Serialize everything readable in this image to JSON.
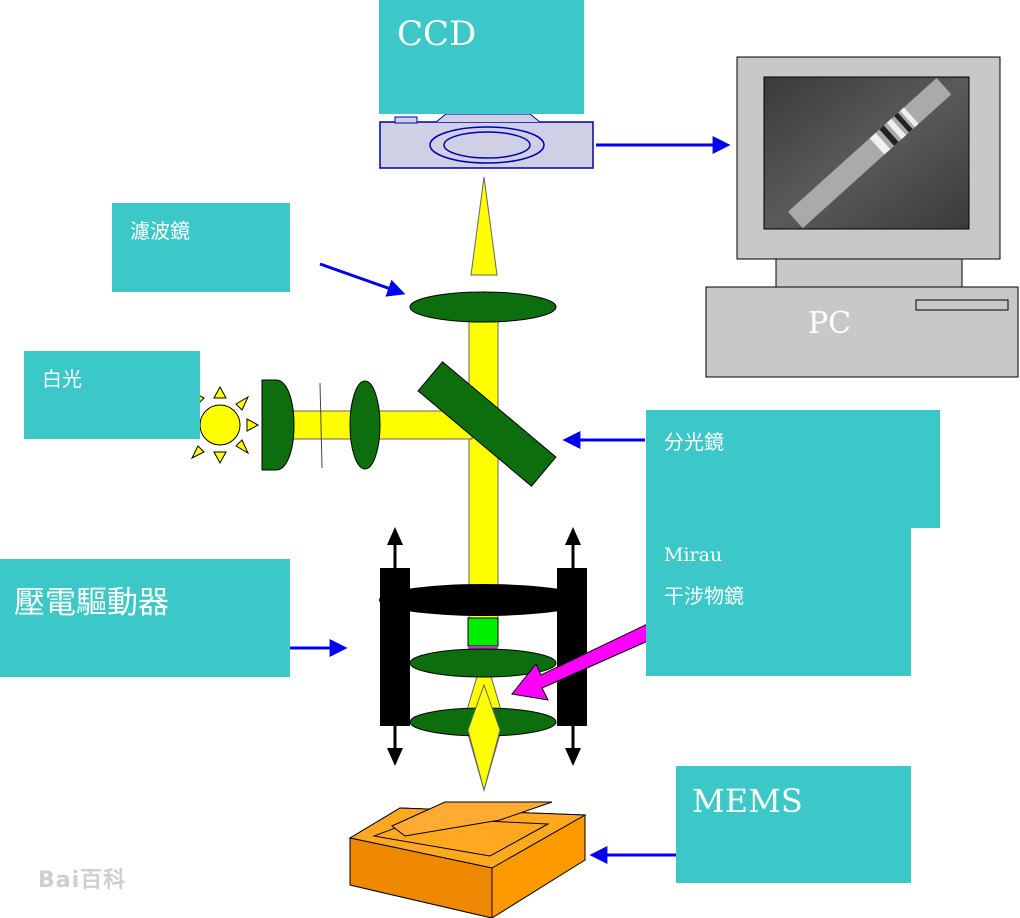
{
  "labels": {
    "ccd": "CCD",
    "filter": "濾波鏡",
    "white_light": "白光",
    "beam_splitter": "分光鏡",
    "mirau_line1": "Mirau",
    "mirau_line2": "干涉物鏡",
    "piezo": "壓電驅動器",
    "mems": "MEMS",
    "pc": "PC"
  },
  "watermark": "Bai百科",
  "colors": {
    "label_bg": "#3cc8c8",
    "beam": "#ffff00",
    "lens": "#006600",
    "arrow": "#0000ee",
    "mirau_arrow": "#ff00ff",
    "piezo": "#000000",
    "sample": "#ff9900"
  }
}
